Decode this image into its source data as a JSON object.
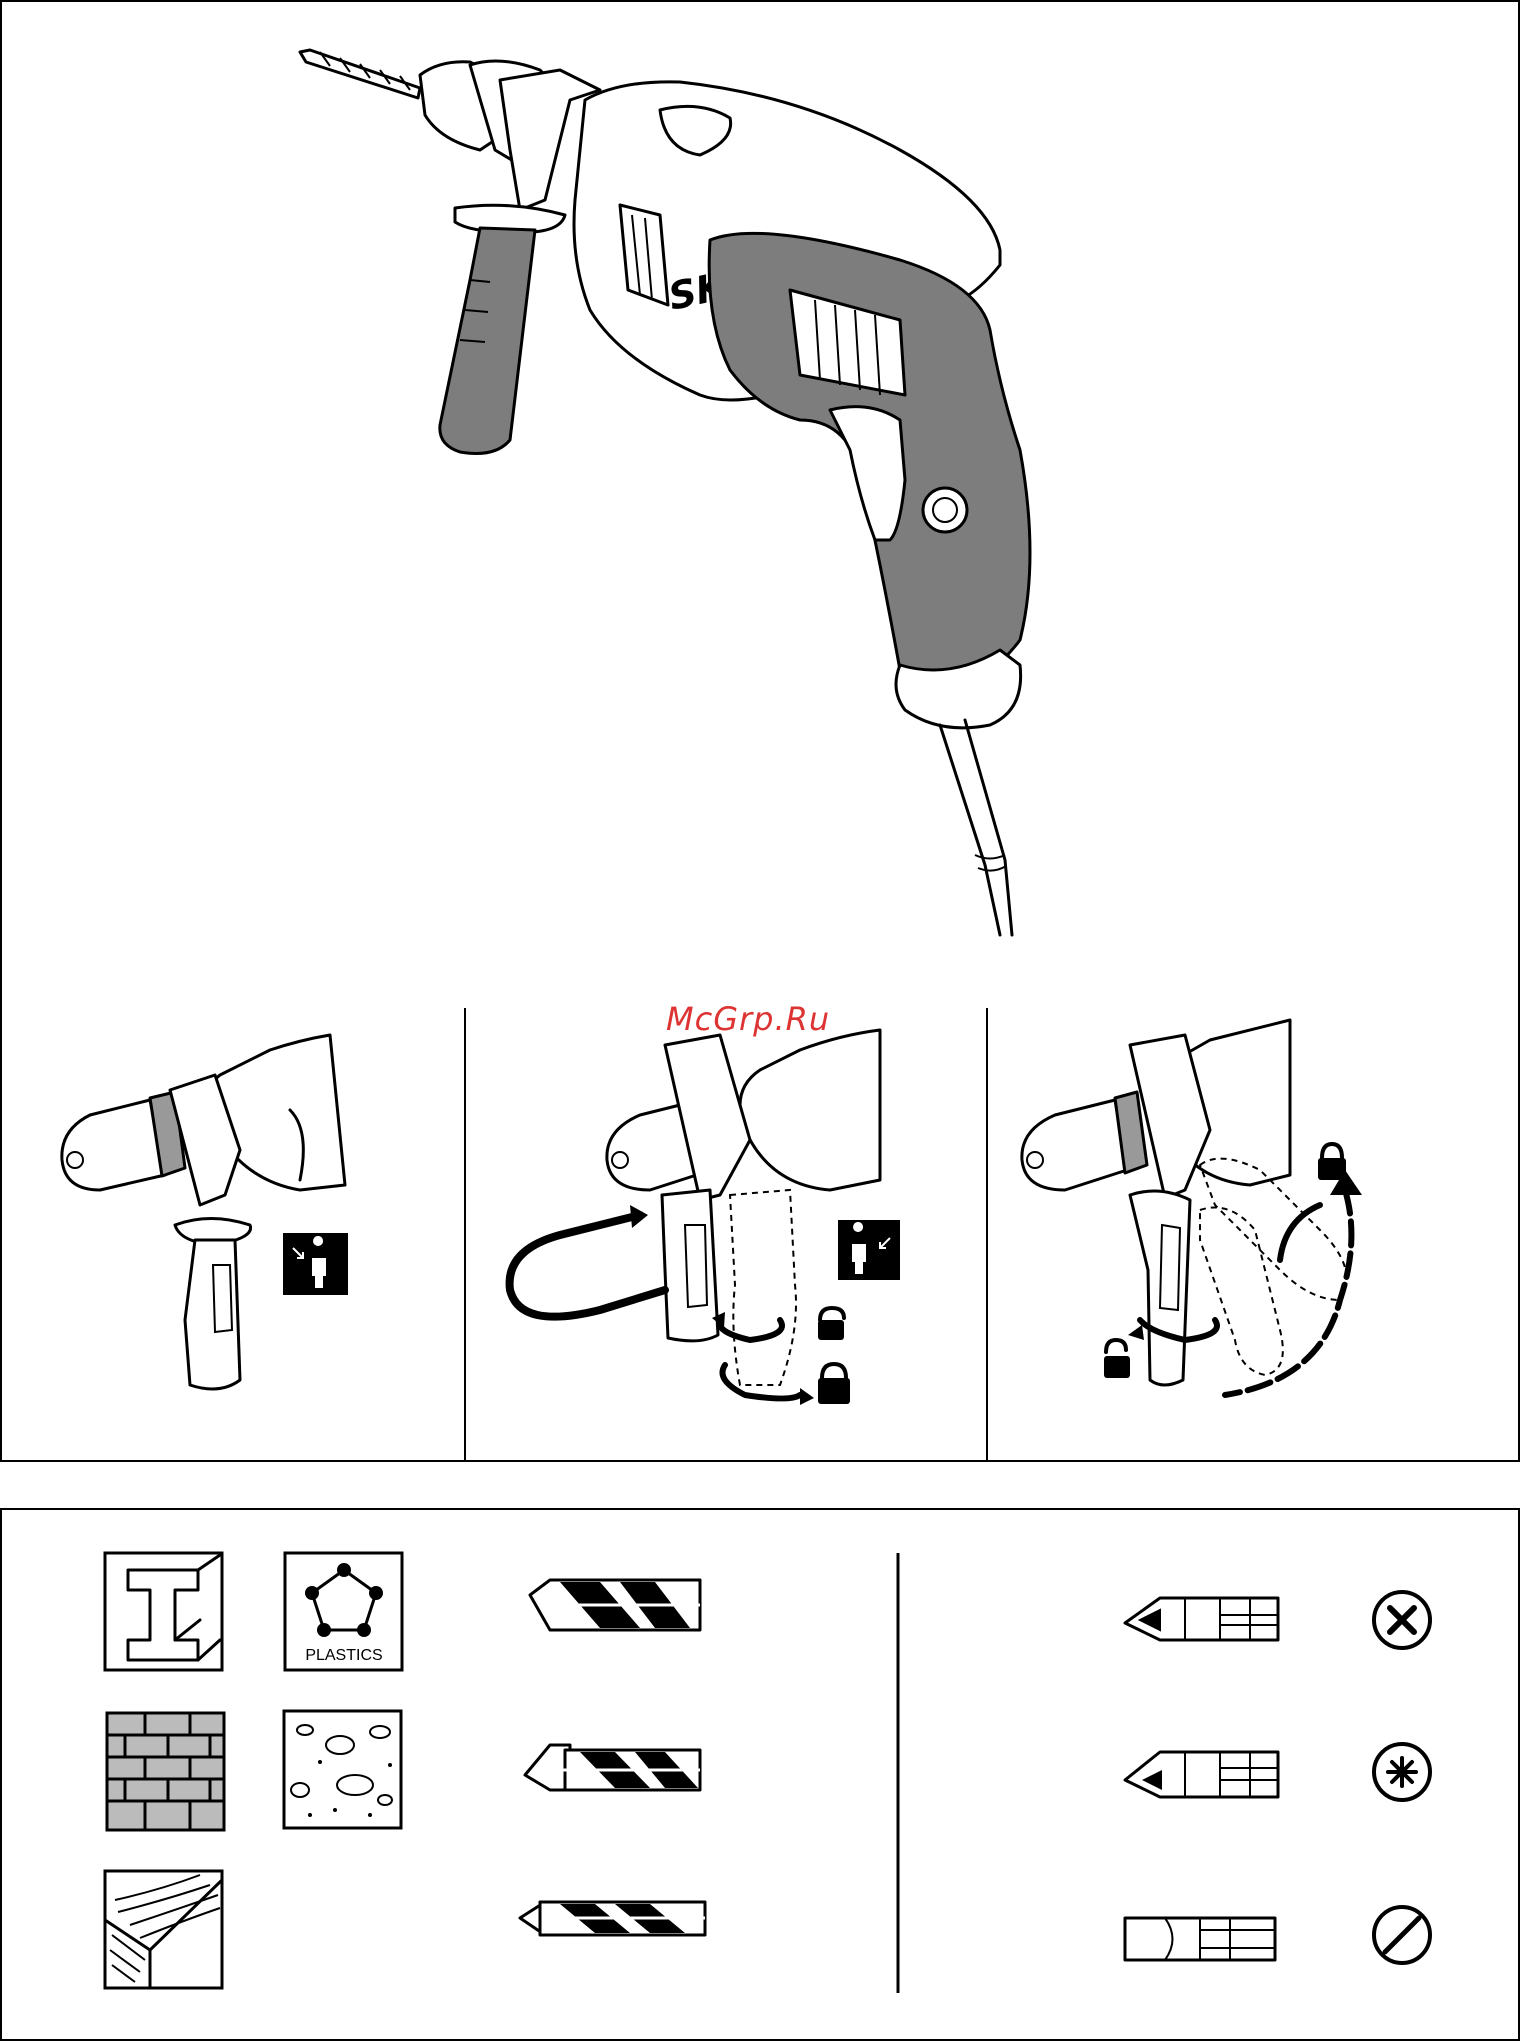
{
  "watermark": "McGrp.Ru",
  "brand": "SKIL",
  "materials": {
    "plastics_label": "PLASTICS"
  },
  "icons": [
    "drill-illustration",
    "handle-step1",
    "handle-step2",
    "handle-step3",
    "person-icon",
    "lock-icon",
    "unlock-icon",
    "metal-icon",
    "plastics-icon",
    "brick-icon",
    "concrete-icon",
    "wood-icon",
    "metal-drill-bit",
    "masonry-drill-bit",
    "wood-drill-bit",
    "pozidriv-bit",
    "phillips-bit",
    "slotted-bit",
    "pozidriv-screw",
    "phillips-screw",
    "slotted-screw"
  ]
}
